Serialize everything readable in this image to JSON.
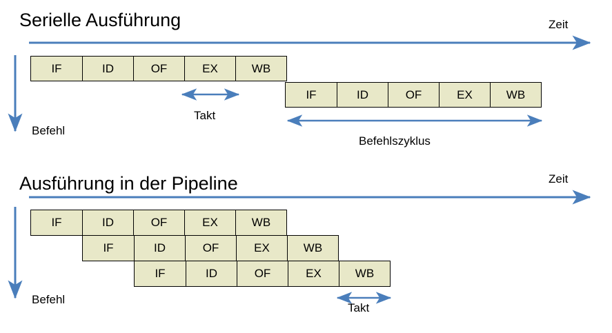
{
  "accent_color": "#4a7ebb",
  "box_fill_color": "#e8e8c8",
  "box_border_color": "#000000",
  "text_color": "#000000",
  "sections": [
    {
      "title": "Serielle Ausführung",
      "time_axis_label": "Zeit",
      "instruction_axis_label": "Befehl",
      "clock_label": "Takt",
      "cycle_label": "Befehlszyklus",
      "rows": [
        {
          "stages": [
            "IF",
            "ID",
            "OF",
            "EX",
            "WB"
          ]
        },
        {
          "stages": [
            "IF",
            "ID",
            "OF",
            "EX",
            "WB"
          ]
        }
      ]
    },
    {
      "title": "Ausführung in der Pipeline",
      "time_axis_label": "Zeit",
      "instruction_axis_label": "Befehl",
      "clock_label": "Takt",
      "rows": [
        {
          "stages": [
            "IF",
            "ID",
            "OF",
            "EX",
            "WB"
          ]
        },
        {
          "stages": [
            "IF",
            "ID",
            "OF",
            "EX",
            "WB"
          ]
        },
        {
          "stages": [
            "IF",
            "ID",
            "OF",
            "EX",
            "WB"
          ]
        }
      ]
    }
  ]
}
